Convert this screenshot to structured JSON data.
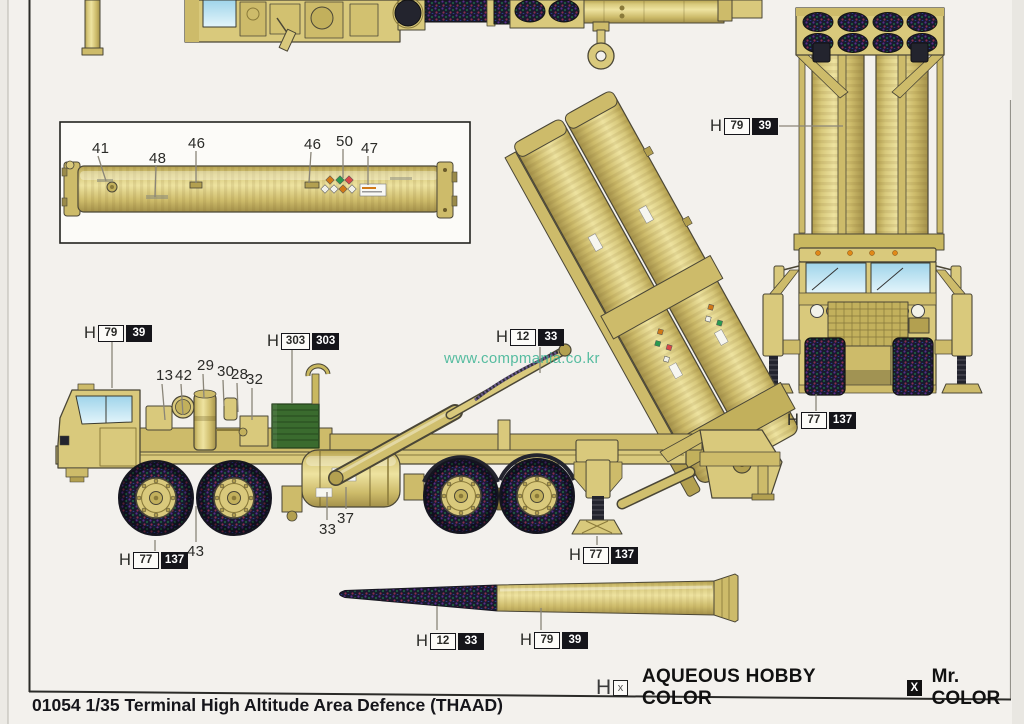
{
  "page": {
    "title": "01054 1/35 Terminal High Altitude Area Defence (THAAD)",
    "watermark": "www.compmania.co.kr"
  },
  "legend": {
    "aqueous": {
      "prefix": "H",
      "box": "x",
      "label": "AQUEOUS HOBBY COLOR"
    },
    "mr": {
      "box": "X",
      "label": "Mr. COLOR"
    }
  },
  "paint_callouts": [
    {
      "id": "front-view-launcher-tubes",
      "prefix": "H",
      "aqueous": "79",
      "mr": "39"
    },
    {
      "id": "front-view-tires",
      "prefix": "H",
      "aqueous": "77",
      "mr": "137"
    },
    {
      "id": "side-view-cab",
      "prefix": "H",
      "aqueous": "79",
      "mr": "39"
    },
    {
      "id": "side-view-equipment-box",
      "prefix": "H",
      "aqueous": "303",
      "mr": "303"
    },
    {
      "id": "side-view-erection-piston",
      "prefix": "H",
      "aqueous": "12",
      "mr": "33"
    },
    {
      "id": "side-view-front-tires",
      "prefix": "H",
      "aqueous": "77",
      "mr": "137"
    },
    {
      "id": "side-view-outrigger-foot",
      "prefix": "H",
      "aqueous": "77",
      "mr": "137"
    },
    {
      "id": "missile-nose",
      "prefix": "H",
      "aqueous": "12",
      "mr": "33"
    },
    {
      "id": "missile-body",
      "prefix": "H",
      "aqueous": "79",
      "mr": "39"
    }
  ],
  "part_callouts": {
    "canister_inset": [
      "41",
      "48",
      "46",
      "46",
      "50",
      "47"
    ],
    "side_view_top": [
      "13",
      "42",
      "29",
      "30",
      "28",
      "32"
    ],
    "side_view_bottom": [
      "33",
      "37",
      "43"
    ]
  },
  "colors": {
    "body_yellow": "#d9c97c",
    "body_yellow_light": "#eee3a0",
    "body_yellow_dark": "#a4914a",
    "outline": "#4a4636",
    "glass_blue": "#bfe2f2",
    "equipment_green": "#3a6b2e",
    "tire_dark": "#181a2e",
    "label_black": "#15151a",
    "watermark_teal": "#3bb393",
    "paper": "#f3f1ed"
  }
}
